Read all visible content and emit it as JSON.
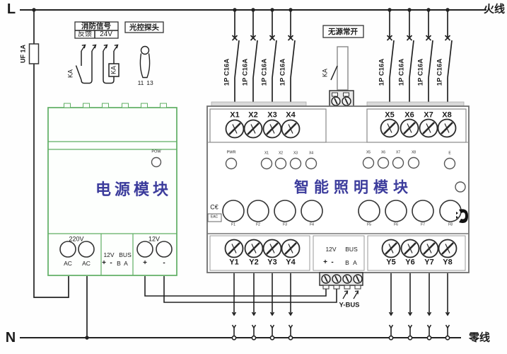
{
  "rails": {
    "live_left": "L",
    "live_right": "火线",
    "neutral_left": "N",
    "neutral_right": "零线"
  },
  "fuse_label": "UF 1A",
  "fire_signal": {
    "title": "消防信号",
    "feedback": "反馈",
    "voltage": "24V",
    "contact": "KA",
    "coil": "KA"
  },
  "light_probe": {
    "title": "光控探头",
    "t1": "11",
    "t2": "13"
  },
  "dry_contact": {
    "title": "无源常开",
    "contact": "KA"
  },
  "breaker_label": "1P C16A",
  "power_module": {
    "title": "电源模块",
    "led": "POW",
    "ac": {
      "v": "220V",
      "t1": "AC",
      "t2": "AC"
    },
    "bus": {
      "v": "12V",
      "name": "BUS",
      "p": "+",
      "m": "-",
      "b": "B",
      "a": "A"
    },
    "dc": {
      "v": "12V",
      "p": "+",
      "m": "-"
    }
  },
  "lighting_module": {
    "title": "智能照明模块",
    "led": "PWR",
    "extra_led": "E",
    "ce": "C€",
    "cert": "EAC",
    "x": [
      "X1",
      "X2",
      "X3",
      "X4",
      "X5",
      "X6",
      "X7",
      "X8"
    ],
    "y": [
      "Y1",
      "Y2",
      "Y3",
      "Y4",
      "Y5",
      "Y6",
      "Y7",
      "Y8"
    ],
    "f": [
      "F1",
      "F2",
      "F3",
      "F4",
      "F5",
      "F6",
      "F7",
      "F8"
    ],
    "bus": {
      "v": "12V",
      "name": "BUS",
      "p": "+",
      "m": "-",
      "b": "B",
      "a": "A"
    }
  },
  "ybus_label": "Y-BUS",
  "colors": {
    "wire": "#222222",
    "module_green": "#5fae63",
    "text_blue": "#3c3c9c"
  }
}
